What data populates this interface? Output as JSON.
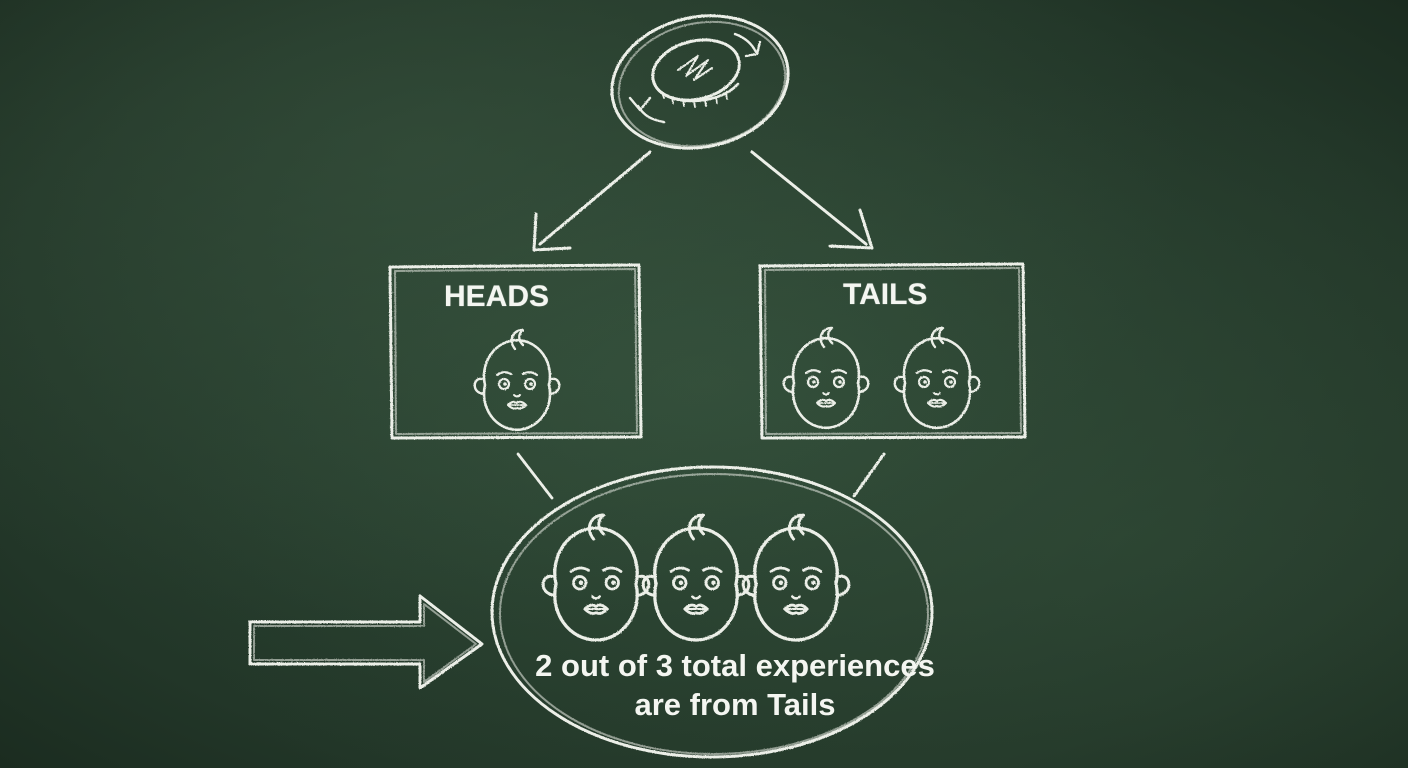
{
  "diagram": {
    "nodes": {
      "coin": {
        "icon": "flipping-coin-icon"
      },
      "heads": {
        "label": "HEADS",
        "faces": 1,
        "icon": "baby-face-icon"
      },
      "tails": {
        "label": "TAILS",
        "faces": 2,
        "icon": "baby-face-icon"
      },
      "total": {
        "faces": 3,
        "icon": "baby-face-icon"
      }
    },
    "edges": [
      {
        "from": "coin",
        "to": "heads"
      },
      {
        "from": "coin",
        "to": "tails"
      },
      {
        "from": "heads",
        "to": "total"
      },
      {
        "from": "tails",
        "to": "total"
      }
    ],
    "conclusion": {
      "line1": "2 out of 3 total experiences",
      "line2": "are from Tails"
    },
    "pointer": {
      "icon": "hollow-right-arrow-icon"
    }
  },
  "colors": {
    "board": "#2f4a37",
    "chalk": "#ecefe8"
  }
}
